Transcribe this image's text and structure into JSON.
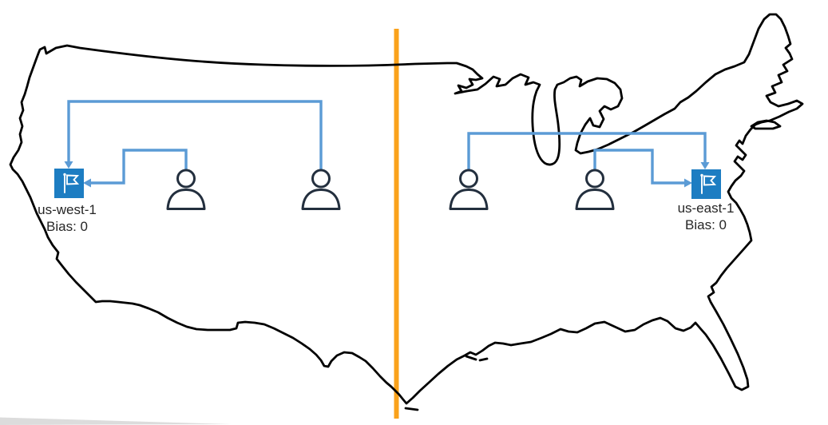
{
  "diagram_title": "US map routing diagram with two AWS regions and weighted bias",
  "regions": [
    {
      "name": "us-west-1",
      "bias": "Bias: 0",
      "side": "west"
    },
    {
      "name": "us-east-1",
      "bias": "Bias: 0",
      "side": "east"
    }
  ],
  "users": {
    "west_side_count": 2,
    "east_side_count": 2,
    "total": 4
  },
  "icons": [
    "region-flag-icon",
    "user-icon",
    "region-divider-line",
    "us-map-outline"
  ],
  "colors": {
    "arrow_blue": "#5B9BD5",
    "flag_blue": "#1D7DC2",
    "person_navy": "#232F3E",
    "divider_orange": "#FAA21B",
    "map_outline": "#000000",
    "label_text": "#262626",
    "wedge_gray": "#DCDCDC"
  }
}
